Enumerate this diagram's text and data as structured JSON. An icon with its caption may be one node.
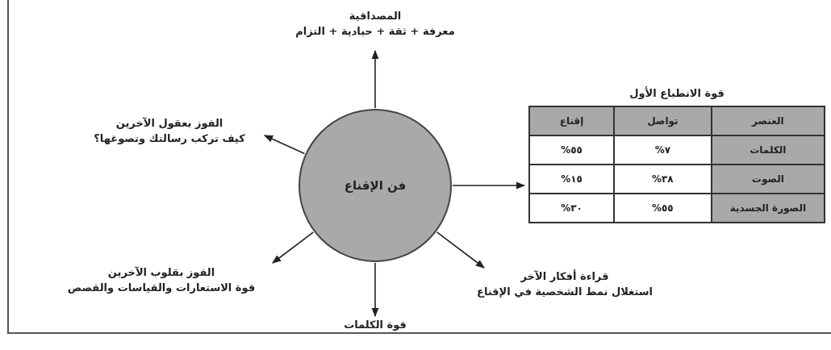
{
  "diagram": {
    "nodes": [
      {
        "text": [
          "فن الإقناع"
        ]
      },
      {
        "text": [
          "المصداقية",
          "معرفة + ثقة + حيادية + التزام"
        ]
      },
      {
        "text": [
          "الفوز بعقول الآخرين",
          "كيف تركب رسالتك وتصوغها؟"
        ]
      },
      {
        "text": [
          "قوة الانطباع الأول"
        ]
      },
      {
        "text": [
          "قراءة أفكار الآخر",
          "استغلال نمط الشخصية في الإقناع"
        ]
      },
      {
        "text": [
          "قوة الكلمات"
        ]
      },
      {
        "text": [
          "الفوز بقلوب الآخرين",
          "قوة الاستعارات والقياسات والقصص"
        ]
      }
    ],
    "edges": [
      {
        "from": 0,
        "to": 1,
        "arrow": "to"
      },
      {
        "from": 0,
        "to": 2,
        "arrow": "to"
      },
      {
        "from": 0,
        "to": 3,
        "arrow": "to"
      },
      {
        "from": 0,
        "to": 4,
        "arrow": "to"
      },
      {
        "from": 0,
        "to": 5,
        "arrow": "to"
      },
      {
        "from": 0,
        "to": 6,
        "arrow": "to"
      }
    ],
    "labels": [
      "العنصر",
      "تواصل",
      "إقناع",
      "الكلمات",
      "٧%",
      "٥٥%",
      "الصوت",
      "٣٨%",
      "١٥%",
      "الصورة الجسدية",
      "٥٥%",
      "٣٠%"
    ]
  }
}
